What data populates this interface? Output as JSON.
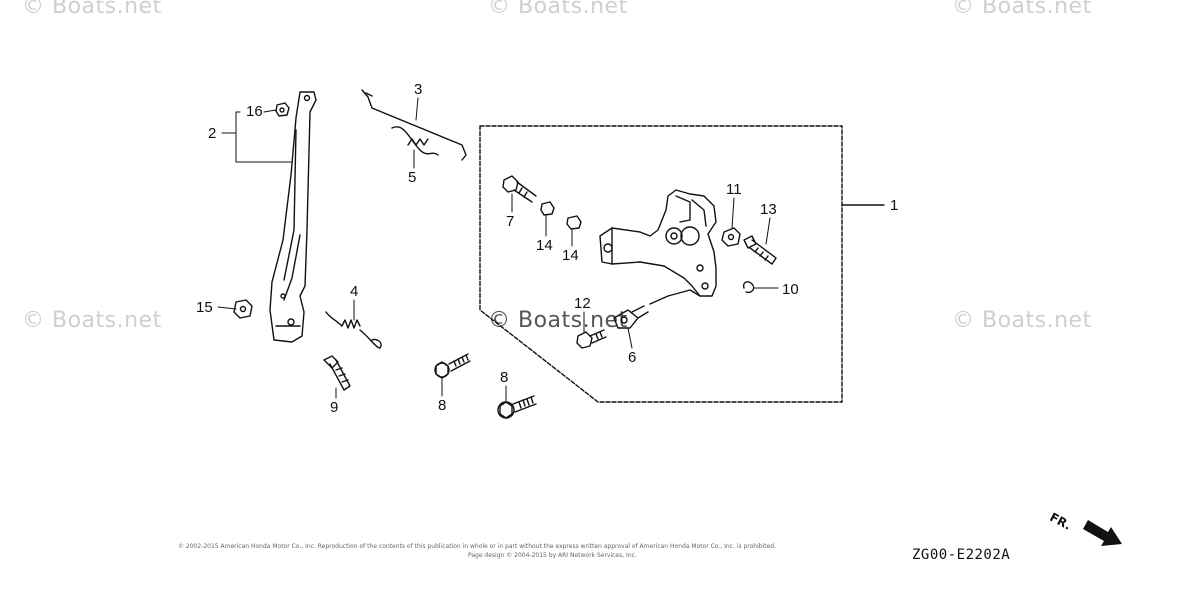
{
  "watermarks": {
    "top_left": "© Boats.net",
    "top_center": "© Boats.net",
    "top_right": "© Boats.net",
    "mid_left": "© Boats.net",
    "mid_center": "© Boats.net",
    "mid_right": "© Boats.net"
  },
  "callouts": {
    "p1": "1",
    "p2": "2",
    "p3": "3",
    "p4": "4",
    "p5": "5",
    "p6": "6",
    "p7": "7",
    "p8a": "8",
    "p8b": "8",
    "p9": "9",
    "p10": "10",
    "p11": "11",
    "p12": "12",
    "p13": "13",
    "p14a": "14",
    "p14b": "14",
    "p15": "15",
    "p16": "16"
  },
  "diagram_code": "ZG00-E2202A",
  "front_indicator": "FR.",
  "footer": {
    "line1": "© 2002-2015 American Honda Motor Co., Inc. Reproduction of the contents of this publication in whole or in part without the express written approval of American Honda Motor Co., Inc. is prohibited.",
    "line2": "Page design © 2004-2015 by ARI Network Services, Inc."
  }
}
